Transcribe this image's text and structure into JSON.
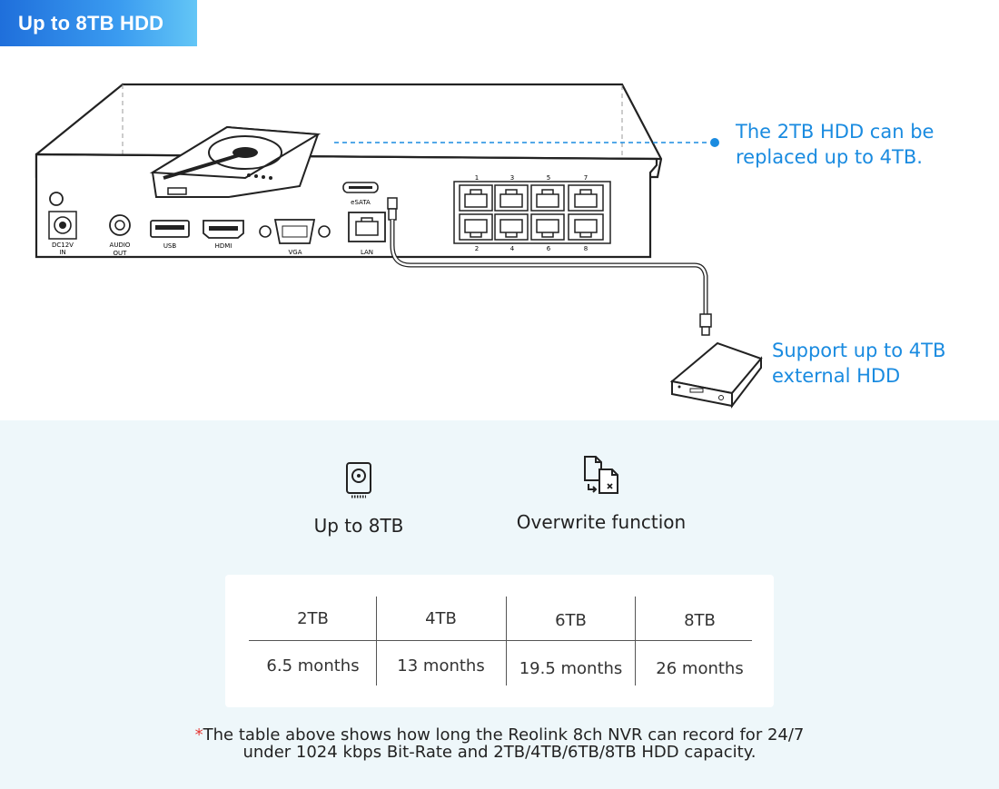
{
  "banner": {
    "title": "Up to 8TB HDD"
  },
  "diagram": {
    "port_labels": {
      "dc": "DC12V",
      "dc_in": "IN",
      "audio": "AUDIO",
      "audio_out": "OUT",
      "usb": "USB",
      "hdmi": "HDMI",
      "vga": "VGA",
      "lan": "LAN",
      "esata": "eSATA"
    },
    "poe_top_numbers": [
      "1",
      "3",
      "5",
      "7"
    ],
    "poe_bottom_numbers": [
      "2",
      "4",
      "6",
      "8"
    ]
  },
  "callouts": {
    "internal_hdd": {
      "line1": "The 2TB HDD can be",
      "line2": "replaced up to 4TB."
    },
    "external_hdd": {
      "line1": "Support up to 4TB",
      "line2": "external HDD"
    }
  },
  "features": [
    {
      "label": "Up to 8TB",
      "icon": "hdd-icon"
    },
    {
      "label": "Overwrite function",
      "icon": "overwrite-icon"
    }
  ],
  "table": {
    "headers": [
      "2TB",
      "4TB",
      "6TB",
      "8TB"
    ],
    "values": [
      "6.5 months",
      "13 months",
      "19.5 months",
      "26 months"
    ]
  },
  "footnote": {
    "star": "*",
    "line1": "The table above shows how long the Reolink 8ch NVR can record for 24/7",
    "line2": "under 1024 kbps Bit-Rate and 2TB/4TB/6TB/8TB HDD capacity."
  },
  "colors": {
    "accent": "#1a8be0",
    "background_bottom": "#eef7fa",
    "banner_start": "#1f6fdb",
    "banner_end": "#63c6f6"
  }
}
